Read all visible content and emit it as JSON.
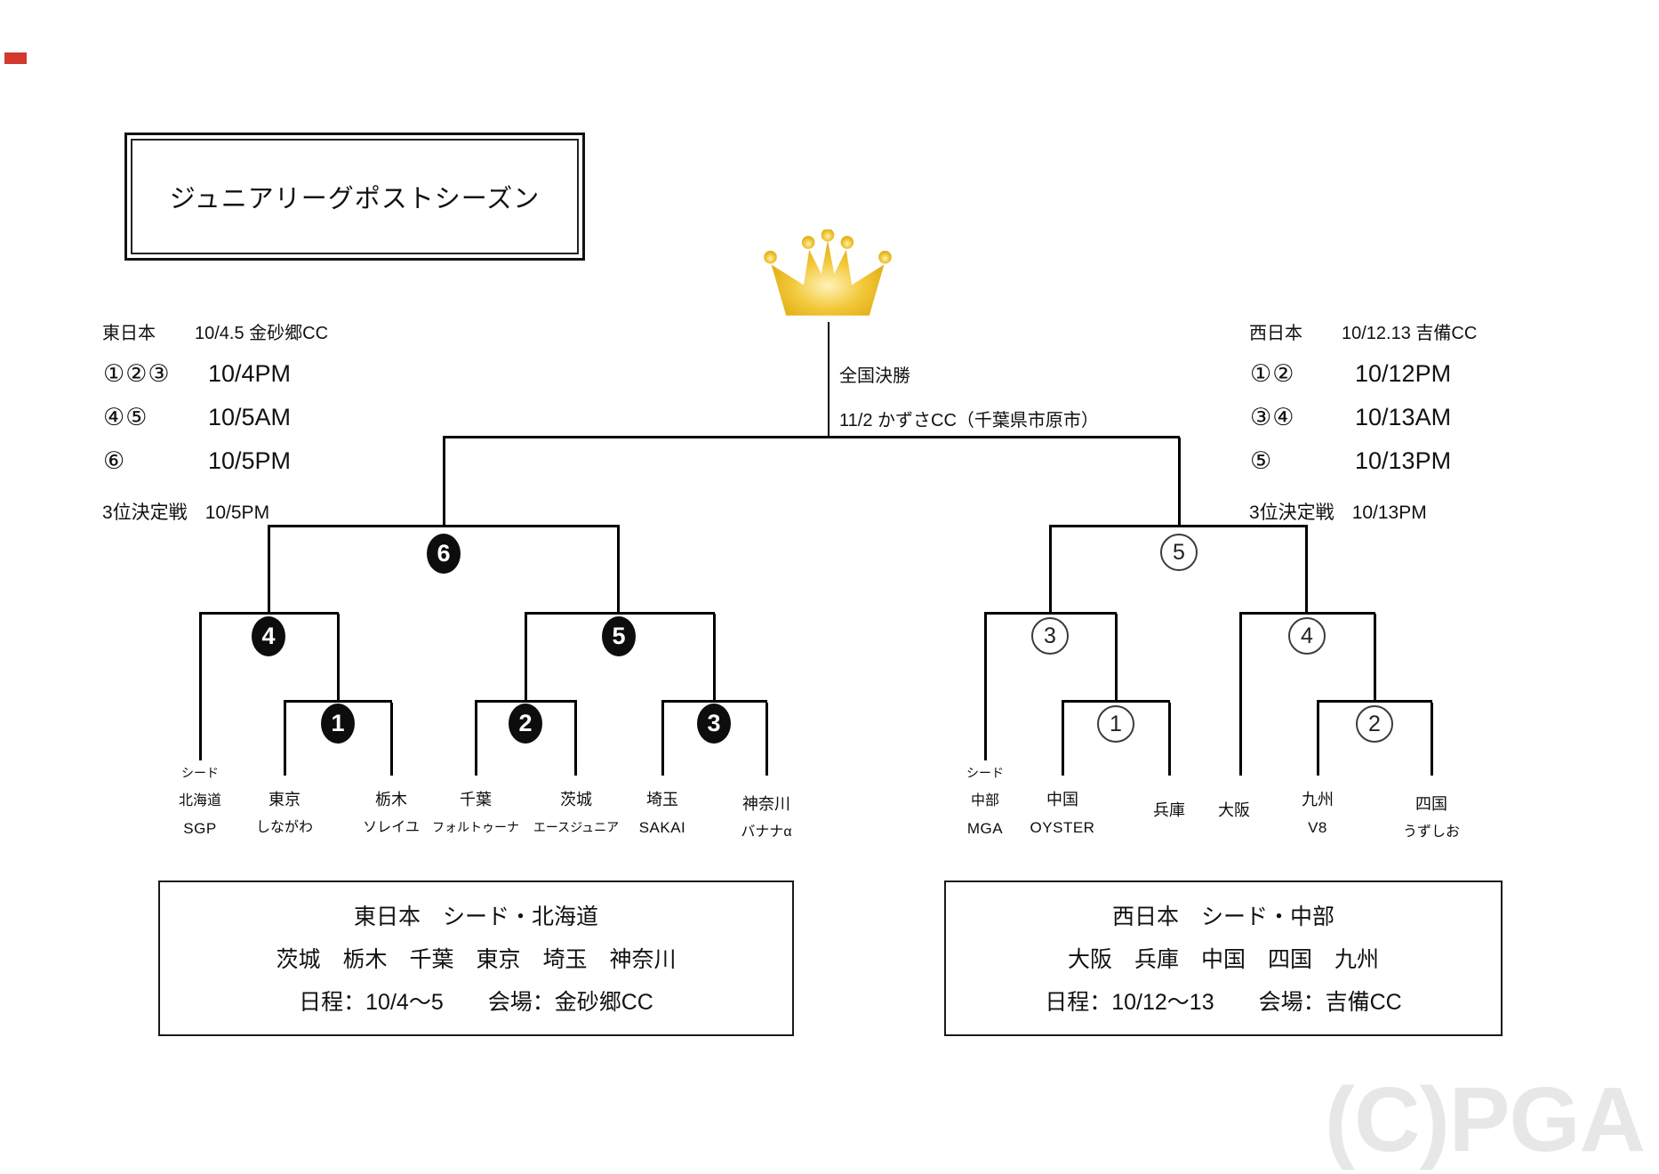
{
  "page": {
    "title": "ジュニアリーグポストシーズン",
    "watermark": "(C)PGA"
  },
  "colors": {
    "line": "#000000",
    "badge_fill": "#0d0d0d",
    "gold": "#E9B416",
    "gold_light": "#FFF2B8",
    "gold_dark": "#D79E00",
    "watermark": "#E7E7E7",
    "red_mark": "#D23A2E"
  },
  "final": {
    "title": "全国決勝",
    "detail": "11/2 かずさCC（千葉県市原市）"
  },
  "east": {
    "header": "東日本",
    "venue": "10/4.5  金砂郷CC",
    "schedule": [
      {
        "nums": "①②③",
        "time": "10/4PM"
      },
      {
        "nums": "④⑤",
        "time": "10/5AM"
      },
      {
        "nums": "⑥",
        "time": "10/5PM"
      }
    ],
    "third_place": {
      "label": "3位決定戦",
      "time": "10/5PM"
    },
    "badges": {
      "semi": "6",
      "q1": "4",
      "q2": "5",
      "m1": "1",
      "m2": "2",
      "m3": "3"
    },
    "teams": [
      {
        "l1": "シード",
        "l2": "北海道",
        "l3": "SGP"
      },
      {
        "l1": "東京",
        "l2": "しながわ"
      },
      {
        "l1": "栃木",
        "l2": "ソレイユ"
      },
      {
        "l1": "千葉",
        "l2": "フォルトゥーナ"
      },
      {
        "l1": "茨城",
        "l2": "エースジュニア"
      },
      {
        "l1": "埼玉",
        "l2": "SAKAI"
      },
      {
        "l1": "神奈川",
        "l2": "バナナα"
      }
    ],
    "box": {
      "line1": "東日本　シード・北海道",
      "line2": "茨城　栃木　千葉　東京　埼玉　神奈川",
      "line3": "日程：10/4～5　　会場：金砂郷CC"
    }
  },
  "west": {
    "header": "西日本",
    "venue": "10/12.13  吉備CC",
    "schedule": [
      {
        "nums": "①②",
        "time": "10/12PM"
      },
      {
        "nums": "③④",
        "time": "10/13AM"
      },
      {
        "nums": "⑤",
        "time": "10/13PM"
      }
    ],
    "third_place": {
      "label": "3位決定戦",
      "time": "10/13PM"
    },
    "badges": {
      "semi": "5",
      "q1": "3",
      "q2": "4",
      "m1": "1",
      "m2": "2"
    },
    "teams": [
      {
        "l1": "シード",
        "l2": "中部",
        "l3": "MGA"
      },
      {
        "l1": "中国",
        "l2": "OYSTER"
      },
      {
        "l1": "兵庫"
      },
      {
        "l1": "大阪"
      },
      {
        "l1": "九州",
        "l2": "V8"
      },
      {
        "l1": "四国",
        "l2": "うずしお"
      }
    ],
    "box": {
      "line1": "西日本　シード・中部",
      "line2": "大阪　兵庫　中国　四国　九州",
      "line3": "日程：10/12～13　　会場：吉備CC"
    }
  }
}
